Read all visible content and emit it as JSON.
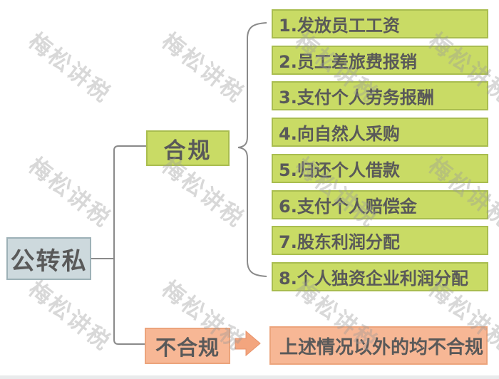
{
  "diagram": {
    "root": {
      "label": "公转私"
    },
    "branches": {
      "compliant": {
        "label": "合规"
      },
      "noncompliant": {
        "label": "不合规"
      }
    },
    "compliant_items": [
      "1.发放员工工资",
      "2.员工差旅费报销",
      "3.支付个人劳务报酬",
      "4.向自然人采购",
      "5.归还个人借款",
      "6.支付个人赔偿金",
      "7.股东利润分配",
      "8.个人独资企业利润分配"
    ],
    "noncompliant_result": "上述情况以外的均不合规"
  },
  "watermark": {
    "text": "梅松讲税"
  },
  "colors": {
    "green_fill": "#c9db65",
    "green_border": "#a9bd4f",
    "salmon_fill": "#f7b795",
    "salmon_border": "#eca47c",
    "root_fill": "#cdd9dd",
    "root_border": "#9db1b7",
    "line": "#8a8a8a",
    "text": "#595959",
    "arrow": "#f3a57e",
    "watermark": "#9a9a9a"
  }
}
